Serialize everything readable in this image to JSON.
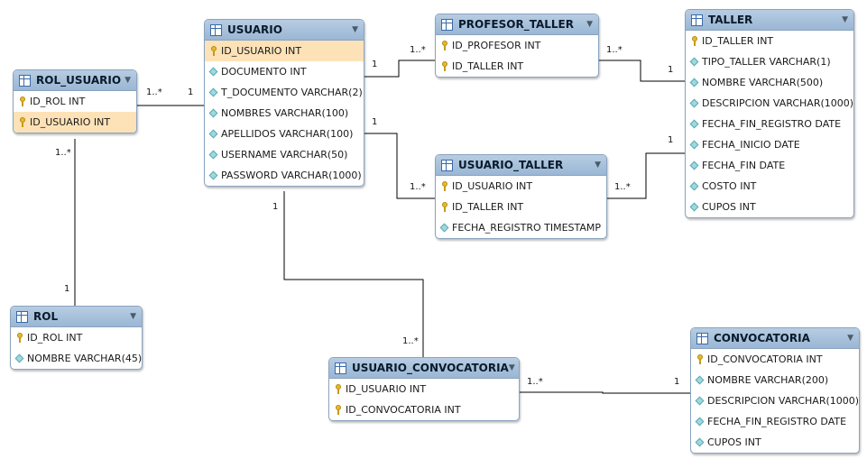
{
  "entities": [
    {
      "name": "ROL_USUARIO",
      "columns": [
        {
          "text": "ID_ROL INT",
          "icon": "key"
        },
        {
          "text": "ID_USUARIO INT",
          "icon": "key",
          "highlight": true
        }
      ]
    },
    {
      "name": "USUARIO",
      "columns": [
        {
          "text": "ID_USUARIO INT",
          "icon": "key",
          "highlight": true
        },
        {
          "text": "DOCUMENTO INT",
          "icon": "diamond"
        },
        {
          "text": "T_DOCUMENTO VARCHAR(2)",
          "icon": "diamond"
        },
        {
          "text": "NOMBRES VARCHAR(100)",
          "icon": "diamond"
        },
        {
          "text": "APELLIDOS VARCHAR(100)",
          "icon": "diamond"
        },
        {
          "text": "USERNAME VARCHAR(50)",
          "icon": "diamond"
        },
        {
          "text": "PASSWORD VARCHAR(1000)",
          "icon": "diamond"
        }
      ]
    },
    {
      "name": "PROFESOR_TALLER",
      "columns": [
        {
          "text": "ID_PROFESOR INT",
          "icon": "key"
        },
        {
          "text": "ID_TALLER INT",
          "icon": "key"
        }
      ]
    },
    {
      "name": "TALLER",
      "columns": [
        {
          "text": "ID_TALLER INT",
          "icon": "key"
        },
        {
          "text": "TIPO_TALLER VARCHAR(1)",
          "icon": "diamond"
        },
        {
          "text": "NOMBRE VARCHAR(500)",
          "icon": "diamond"
        },
        {
          "text": "DESCRIPCION VARCHAR(1000)",
          "icon": "diamond"
        },
        {
          "text": "FECHA_FIN_REGISTRO DATE",
          "icon": "diamond"
        },
        {
          "text": "FECHA_INICIO DATE",
          "icon": "diamond"
        },
        {
          "text": "FECHA_FIN DATE",
          "icon": "diamond"
        },
        {
          "text": "COSTO INT",
          "icon": "diamond"
        },
        {
          "text": "CUPOS INT",
          "icon": "diamond"
        }
      ]
    },
    {
      "name": "USUARIO_TALLER",
      "columns": [
        {
          "text": "ID_USUARIO INT",
          "icon": "key"
        },
        {
          "text": "ID_TALLER INT",
          "icon": "key"
        },
        {
          "text": "FECHA_REGISTRO TIMESTAMP",
          "icon": "diamond"
        }
      ]
    },
    {
      "name": "ROL",
      "columns": [
        {
          "text": "ID_ROL INT",
          "icon": "key"
        },
        {
          "text": "NOMBRE VARCHAR(45)",
          "icon": "diamond"
        }
      ]
    },
    {
      "name": "USUARIO_CONVOCATORIA",
      "columns": [
        {
          "text": "ID_USUARIO INT",
          "icon": "key"
        },
        {
          "text": "ID_CONVOCATORIA INT",
          "icon": "key"
        }
      ]
    },
    {
      "name": "CONVOCATORIA",
      "columns": [
        {
          "text": "ID_CONVOCATORIA INT",
          "icon": "key"
        },
        {
          "text": "NOMBRE VARCHAR(200)",
          "icon": "diamond"
        },
        {
          "text": "DESCRIPCION VARCHAR(1000)",
          "icon": "diamond"
        },
        {
          "text": "FECHA_FIN_REGISTRO DATE",
          "icon": "diamond"
        },
        {
          "text": "CUPOS INT",
          "icon": "diamond"
        }
      ]
    }
  ],
  "relationships": [
    {
      "from": "ROL_USUARIO",
      "to": "USUARIO",
      "from_card": "1..*",
      "to_card": "1"
    },
    {
      "from": "USUARIO",
      "to": "PROFESOR_TALLER",
      "from_card": "1",
      "to_card": "1..*"
    },
    {
      "from": "PROFESOR_TALLER",
      "to": "TALLER",
      "from_card": "1..*",
      "to_card": "1"
    },
    {
      "from": "USUARIO",
      "to": "USUARIO_TALLER",
      "from_card": "1",
      "to_card": "1..*"
    },
    {
      "from": "USUARIO_TALLER",
      "to": "TALLER",
      "from_card": "1..*",
      "to_card": "1"
    },
    {
      "from": "ROL_USUARIO",
      "to": "ROL",
      "from_card": "1..*",
      "to_card": "1"
    },
    {
      "from": "USUARIO",
      "to": "USUARIO_CONVOCATORIA",
      "from_card": "1",
      "to_card": "1..*"
    },
    {
      "from": "USUARIO_CONVOCATORIA",
      "to": "CONVOCATORIA",
      "from_card": "1..*",
      "to_card": "1"
    }
  ],
  "colors": {
    "header": "#9ab7d4",
    "highlight": "#fde2b8",
    "line": "#000000",
    "key": "#e7b92c",
    "diamond": "#9fd8de"
  }
}
